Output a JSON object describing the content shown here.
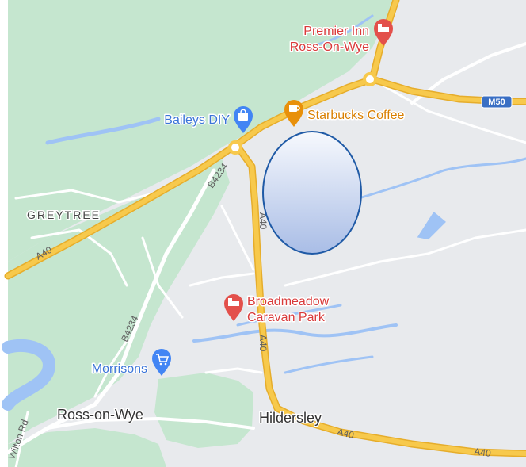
{
  "map": {
    "colors": {
      "land": "#e8eaed",
      "green": "#c5e6cf",
      "water": "#9fc3f5",
      "main_road": "#f7c94c",
      "main_road_casing": "#e6ad2b",
      "minor_road": "#ffffff",
      "marker_red": "#e3504b",
      "marker_orange": "#e8900a",
      "marker_blue": "#4285f4",
      "highlight_stroke": "#1f5aa6"
    },
    "pois": {
      "premier_inn": {
        "label_line1": "Premier Inn",
        "label_line2": "Ross-On-Wye",
        "icon": "hotel-bed-icon"
      },
      "starbucks": {
        "label": "Starbucks Coffee",
        "icon": "coffee-cup-icon"
      },
      "baileys": {
        "label": "Baileys DIY",
        "icon": "shopping-bag-icon"
      },
      "broadmeadow": {
        "label_line1": "Broadmeadow",
        "label_line2": "Caravan Park",
        "icon": "hotel-bed-icon"
      },
      "morrisons": {
        "label": "Morrisons",
        "icon": "shopping-cart-icon"
      }
    },
    "places": {
      "greytree": "GREYTREE",
      "ross_on_wye": "Ross-on-Wye",
      "hildersley": "Hildersley"
    },
    "roads": {
      "a40_west": "A40",
      "a40_north_south_1": "A40",
      "a40_north_south_2": "A40",
      "a40_east_1": "A40",
      "a40_east_2": "A40",
      "b4234_north": "B4234",
      "b4234_south": "B4234",
      "wilton_rd": "Wilton Rd",
      "m50": "M50"
    }
  }
}
